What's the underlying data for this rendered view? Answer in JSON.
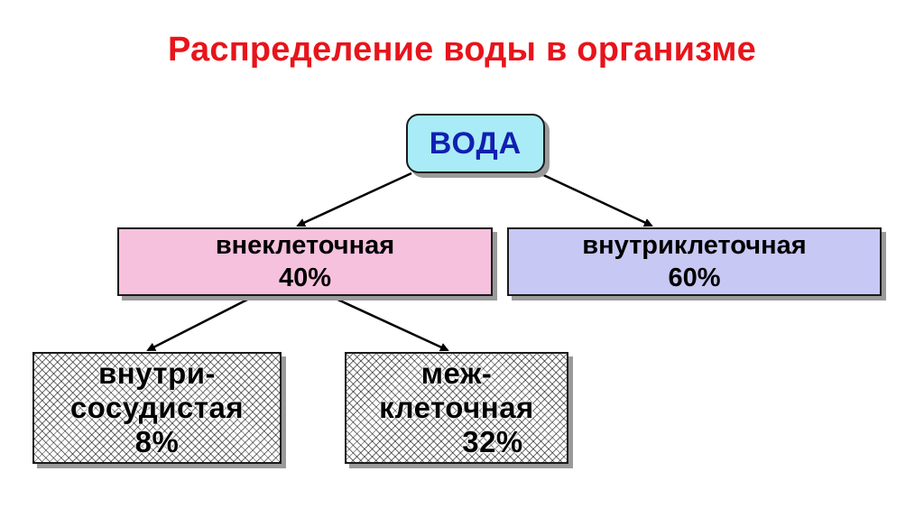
{
  "title": "Распределение воды в организме",
  "nodes": {
    "root": {
      "label": "ВОДА"
    },
    "extracellular": {
      "label": "внеклеточная",
      "value": "40%"
    },
    "intracellular": {
      "label": "внутриклеточная",
      "value": "60%"
    },
    "intravascular": {
      "line1": "внутри-",
      "line2": "сосудистая",
      "value": "8%"
    },
    "interstitial": {
      "line1": "меж-",
      "line2": "клеточная",
      "value": "32%"
    }
  },
  "colors": {
    "title": "#e8141b",
    "root_fill": "#a9ecf7",
    "root_text": "#1020b0",
    "extracellular_fill": "#f6c1dd",
    "intracellular_fill": "#c8c8f4"
  }
}
